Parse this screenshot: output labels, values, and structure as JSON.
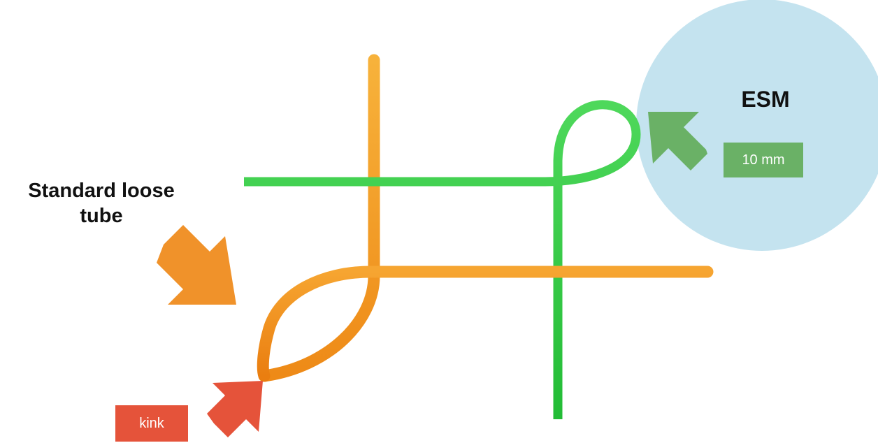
{
  "labels": {
    "standard_loose_tube": "Standard loose\ntube",
    "esm": "ESM",
    "bend_radius": "10 mm",
    "kink": "kink"
  },
  "colors": {
    "orange_tube": "#F39A1E",
    "green_tube": "#2FCC3F",
    "esm_circle": "#C4E3EF",
    "arrow_orange": "#F0922A",
    "arrow_green": "#6AB166",
    "arrow_red": "#E5533A",
    "tag_green": "#6AB166",
    "tag_red": "#E5533A"
  }
}
